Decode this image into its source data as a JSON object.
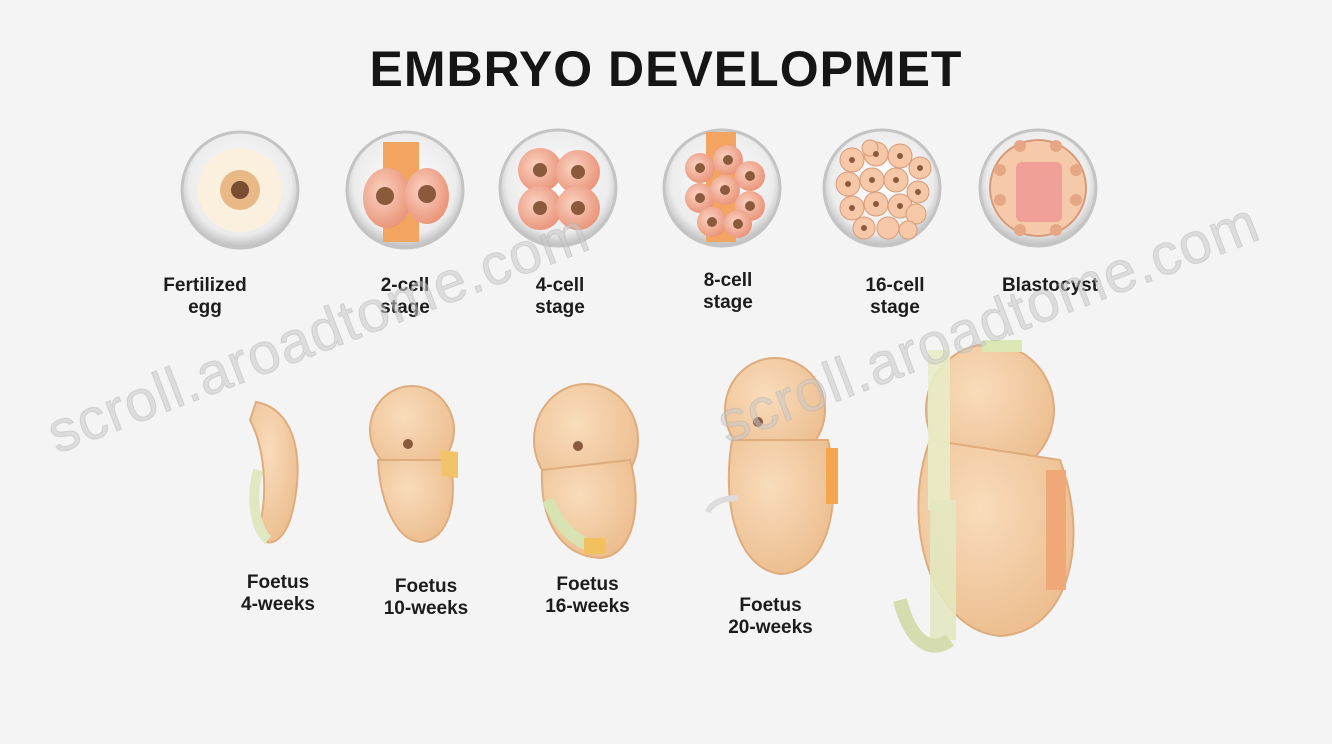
{
  "title": "EMBRYO DEVELOPMET",
  "early_stages": [
    {
      "line1": "Fertilized",
      "line2": "egg",
      "icon": "fertilized-egg-icon"
    },
    {
      "line1": "2-cell",
      "line2": "stage",
      "icon": "two-cell-icon"
    },
    {
      "line1": "4-cell",
      "line2": "stage",
      "icon": "four-cell-icon"
    },
    {
      "line1": "8-cell",
      "line2": "stage",
      "icon": "eight-cell-icon"
    },
    {
      "line1": "16-cell",
      "line2": "stage",
      "icon": "sixteen-cell-icon"
    },
    {
      "line1": "Blastocyst",
      "line2": "",
      "icon": "blastocyst-icon"
    }
  ],
  "foetus_stages": [
    {
      "line1": "Foetus",
      "line2": "4-weeks"
    },
    {
      "line1": "Foetus",
      "line2": "10-weeks"
    },
    {
      "line1": "Foetus",
      "line2": "16-weeks"
    },
    {
      "line1": "Foetus",
      "line2": "20-weeks"
    }
  ],
  "watermarks": [
    "scroll.aroadtome.com",
    "scroll.aroadtome.com"
  ],
  "colors": {
    "skin": "#f4cfa6",
    "skin_shadow": "#e8b98a",
    "cell": "#f6b9a4",
    "cell_dark": "#d9836b",
    "nucleus": "#8b5a3c",
    "membrane": "#cfcfcf",
    "title": "#151515"
  }
}
